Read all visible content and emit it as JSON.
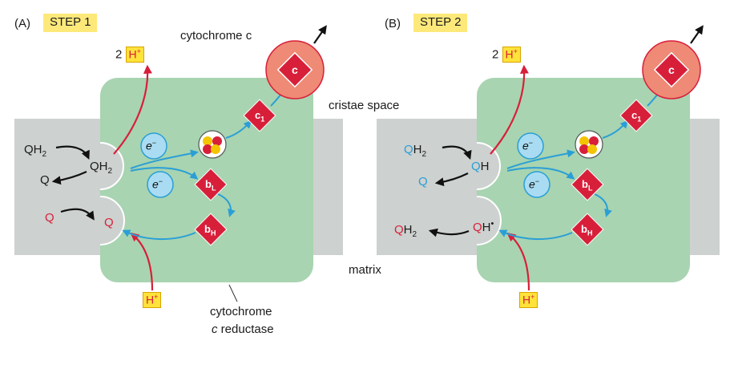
{
  "panel_a": {
    "letter": "(A)",
    "step": "STEP 1",
    "h_out": {
      "count": "2",
      "symbol": "H",
      "sup": "+"
    },
    "h_in": {
      "symbol": "H",
      "sup": "+"
    },
    "qh2_left": "QH",
    "qh2_left_sub": "2",
    "q_left": "Q",
    "qh2_site": "QH",
    "qh2_site_sub": "2",
    "q_red_left": "Q",
    "q_red_site": "Q",
    "electron1": "e",
    "electron1_sup": "−",
    "electron2": "e",
    "electron2_sup": "−",
    "c1": "c",
    "c1_sub": "1",
    "bl": "b",
    "bl_sub": "L",
    "bh": "b",
    "bh_sub": "H",
    "cyt_c": "c"
  },
  "panel_b": {
    "letter": "(B)",
    "step": "STEP 2",
    "h_out": {
      "count": "2",
      "symbol": "H",
      "sup": "+"
    },
    "h_in": {
      "symbol": "H",
      "sup": "+"
    },
    "qh2_left": "QH",
    "qh2_left_sub": "2",
    "q_left": "Q",
    "qh_site": "QH",
    "qh2_bottom": "QH",
    "qh2_bottom_sub": "2",
    "qh_dot_site": "QH",
    "qh_dot": "•",
    "electron1": "e",
    "electron1_sup": "−",
    "electron2": "e",
    "electron2_sup": "−",
    "c1": "c",
    "c1_sub": "1",
    "bl": "b",
    "bl_sub": "L",
    "bh": "b",
    "bh_sub": "H",
    "cyt_c": "c"
  },
  "labels": {
    "cytochrome_c": "cytochrome c",
    "cristae_space": "cristae space",
    "matrix": "matrix",
    "reductase_line1": "cytochrome",
    "reductase_line2_italic": "c",
    "reductase_line2_rest": " reductase"
  },
  "colors": {
    "membrane": "#cdd1cf",
    "complex": "#a8d4b1",
    "electron_blue": "#2a9fd6",
    "proton_red": "#d81f3a",
    "badge_yellow": "#fde97a",
    "cytc_orange": "#ee8a75"
  }
}
